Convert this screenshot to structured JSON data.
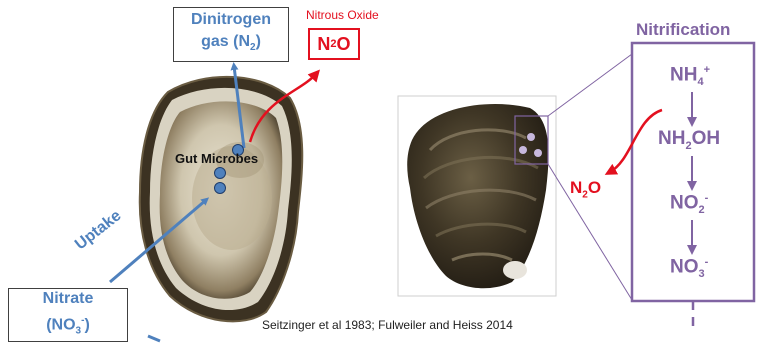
{
  "dinitrogen_box": {
    "line1": "Dinitrogen",
    "line2_pre": "gas (N",
    "line2_sub": "2",
    "line2_post": ")"
  },
  "nitrous_oxide": {
    "label": "Nitrous Oxide",
    "box_pre": "N",
    "box_sub": "2",
    "box_post": "O"
  },
  "gut_microbes": "Gut Microbes",
  "uptake": "Uptake",
  "nitrate_box": {
    "line1": "Nitrate",
    "line2_pre": "(NO",
    "line2_sub": "3",
    "line2_sup": "-",
    "line2_post": ")"
  },
  "citation": "Seitzinger et al 1983; Fulweiler and Heiss 2014",
  "n2o_release": {
    "pre": "N",
    "sub": "2",
    "post": "O"
  },
  "nitrification": {
    "title": "Nitrification",
    "steps": [
      {
        "base": "NH",
        "sub": "4",
        "sup": "+",
        "tail": ""
      },
      {
        "base": "NH",
        "sub": "2",
        "sup": "",
        "tail": "OH"
      },
      {
        "base": "NO",
        "sub": "2",
        "sup": "-",
        "tail": ""
      },
      {
        "base": "NO",
        "sub": "3",
        "sup": "-",
        "tail": ""
      }
    ]
  },
  "colors": {
    "blue": "#4f81bd",
    "red": "#e3101f",
    "purple": "#8064a2"
  }
}
